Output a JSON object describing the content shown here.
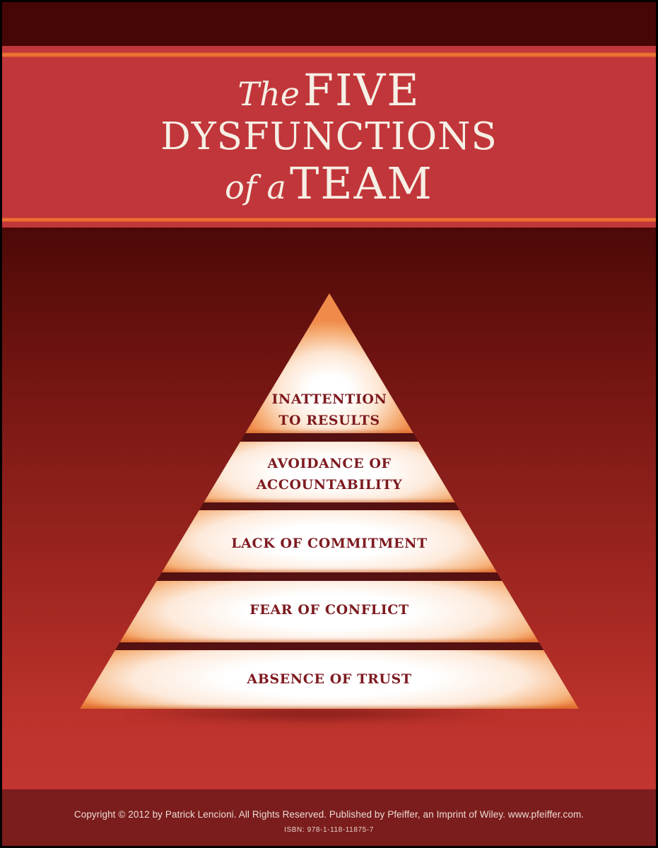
{
  "title": {
    "pre1": "The",
    "main1": "FIVE",
    "line2": "DYSFUNCTIONS",
    "pre3": "of a",
    "main3": "TEAM"
  },
  "pyramid": {
    "type": "pyramid",
    "order": "top-to-bottom",
    "levels": [
      {
        "lines": [
          "INATTENTION",
          "TO RESULTS"
        ]
      },
      {
        "lines": [
          "AVOIDANCE OF",
          "ACCOUNTABILITY"
        ]
      },
      {
        "lines": [
          "LACK OF COMMITMENT"
        ]
      },
      {
        "lines": [
          "FEAR OF CONFLICT"
        ]
      },
      {
        "lines": [
          "ABSENCE OF TRUST"
        ]
      }
    ]
  },
  "footer": {
    "copyright": "Copyright © 2012 by Patrick Lencioni. All Rights Reserved. Published by Pfeiffer, an Imprint of Wiley. www.pfeiffer.com.",
    "isbn": "ISBN: 978-1-118-11875-7"
  },
  "colors": {
    "title_band_red": "#c1363a",
    "top_band_maroon": "#470606",
    "orange_stripe": "#ee7033",
    "body_gradient_top": "#4c0907",
    "body_gradient_bottom": "#c23531",
    "pyramid_edge_orange": "#ef8a4a",
    "pyramid_center_white": "#ffffff",
    "level_separator_maroon": "#551011",
    "level_text_maroon": "#7d1a1f",
    "title_text": "#f6efe5",
    "footer_band_maroon": "#7b1d1d",
    "footer_text": "#eddcd5"
  }
}
